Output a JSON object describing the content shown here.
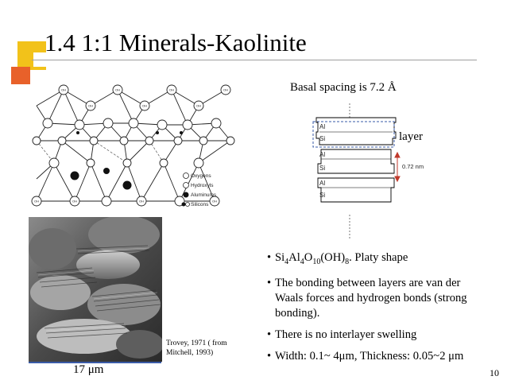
{
  "slide": {
    "title": "1.4 1:1 Minerals-Kaolinite",
    "page_number": "10",
    "accent_colors": [
      "#f2c21a",
      "#e8612a",
      "#3a5ba8"
    ]
  },
  "left_figure": {
    "legend": [
      "Oxygens",
      "Hydroxyls",
      "Aluminums",
      "Silicons"
    ],
    "oh_label": "OH",
    "credit_lines": [
      "Trovey, 1971 ( from",
      "Mitchell, 1993)"
    ],
    "scale_label": "17 μm"
  },
  "right_figure": {
    "basal_spacing": "Basal spacing is 7.2 Å",
    "layer_label": "layer",
    "sheet_labels": [
      "Al",
      "Si"
    ],
    "dimension": "0.72 nm"
  },
  "bullets": [
    {
      "prefix": "Si",
      "sub1": "4",
      "mid1": "Al",
      "sub2": "4",
      "mid2": "O",
      "sub3": "10",
      "mid3": "(OH)",
      "sub4": "8",
      "tail": ". Platy shape"
    },
    {
      "lines": [
        "The bonding between layers are van der",
        "Waals forces and hydrogen bonds (strong",
        "bonding)."
      ]
    },
    {
      "lines": [
        "There is no interlayer swelling"
      ]
    },
    {
      "lines": [
        "Width: 0.1~ 4μm,  Thickness: 0.05~2 μm"
      ]
    }
  ]
}
